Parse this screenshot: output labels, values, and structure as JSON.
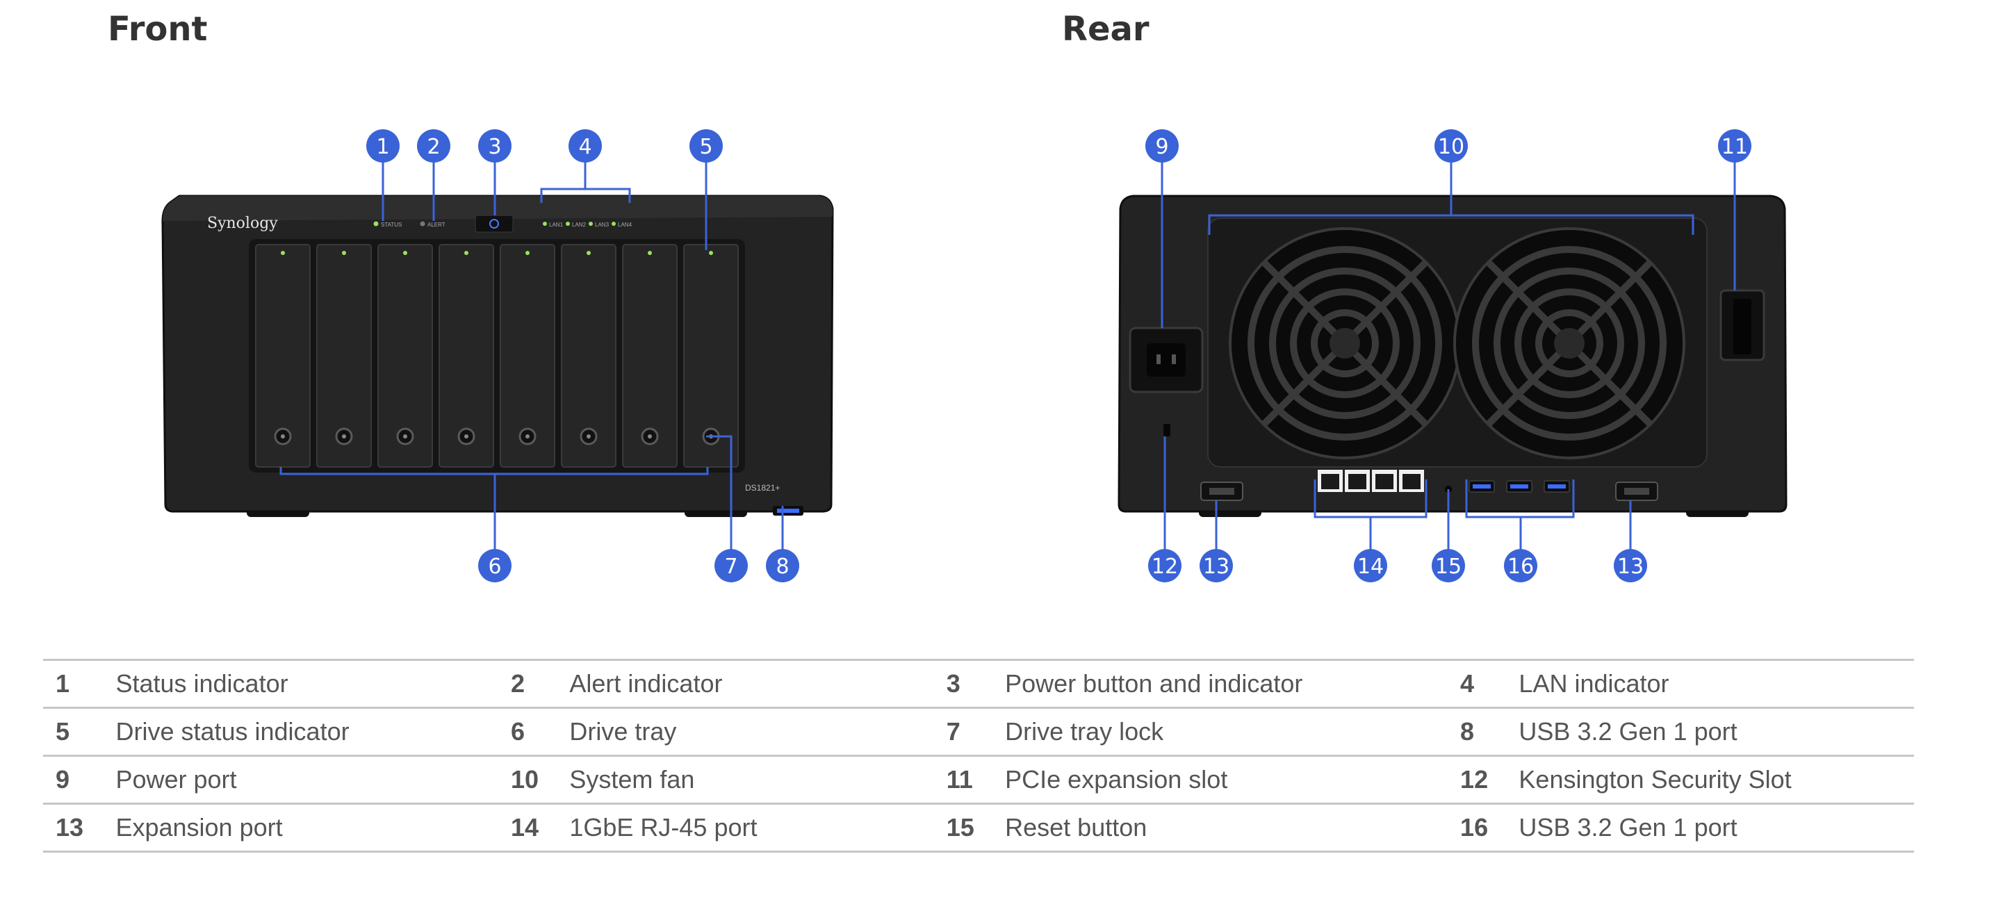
{
  "headings": {
    "front": "Front",
    "rear": "Rear"
  },
  "brand": "Synology",
  "model": "DS1821+",
  "front_leds": {
    "status": "STATUS",
    "alert": "ALERT",
    "lan1": "LAN1",
    "lan2": "LAN2",
    "lan3": "LAN3",
    "lan4": "LAN4"
  },
  "callouts": [
    "1",
    "2",
    "3",
    "4",
    "5",
    "6",
    "7",
    "8",
    "9",
    "10",
    "11",
    "12",
    "13",
    "14",
    "15",
    "16",
    "13"
  ],
  "colors": {
    "callout": "#3a63d8",
    "device": "#1c1c1c",
    "rule": "#c6c6c6",
    "text": "#555555"
  },
  "legend": [
    [
      {
        "n": "1",
        "t": "Status indicator"
      },
      {
        "n": "2",
        "t": "Alert indicator"
      },
      {
        "n": "3",
        "t": "Power button and indicator"
      },
      {
        "n": "4",
        "t": "LAN indicator"
      }
    ],
    [
      {
        "n": "5",
        "t": "Drive status indicator"
      },
      {
        "n": "6",
        "t": "Drive tray"
      },
      {
        "n": "7",
        "t": "Drive tray lock"
      },
      {
        "n": "8",
        "t": "USB 3.2 Gen 1 port"
      }
    ],
    [
      {
        "n": "9",
        "t": "Power port"
      },
      {
        "n": "10",
        "t": "System fan"
      },
      {
        "n": "11",
        "t": "PCIe expansion slot"
      },
      {
        "n": "12",
        "t": "Kensington Security Slot"
      }
    ],
    [
      {
        "n": "13",
        "t": "Expansion port"
      },
      {
        "n": "14",
        "t": "1GbE RJ-45 port"
      },
      {
        "n": "15",
        "t": "Reset button"
      },
      {
        "n": "16",
        "t": "USB 3.2 Gen 1 port"
      }
    ]
  ]
}
